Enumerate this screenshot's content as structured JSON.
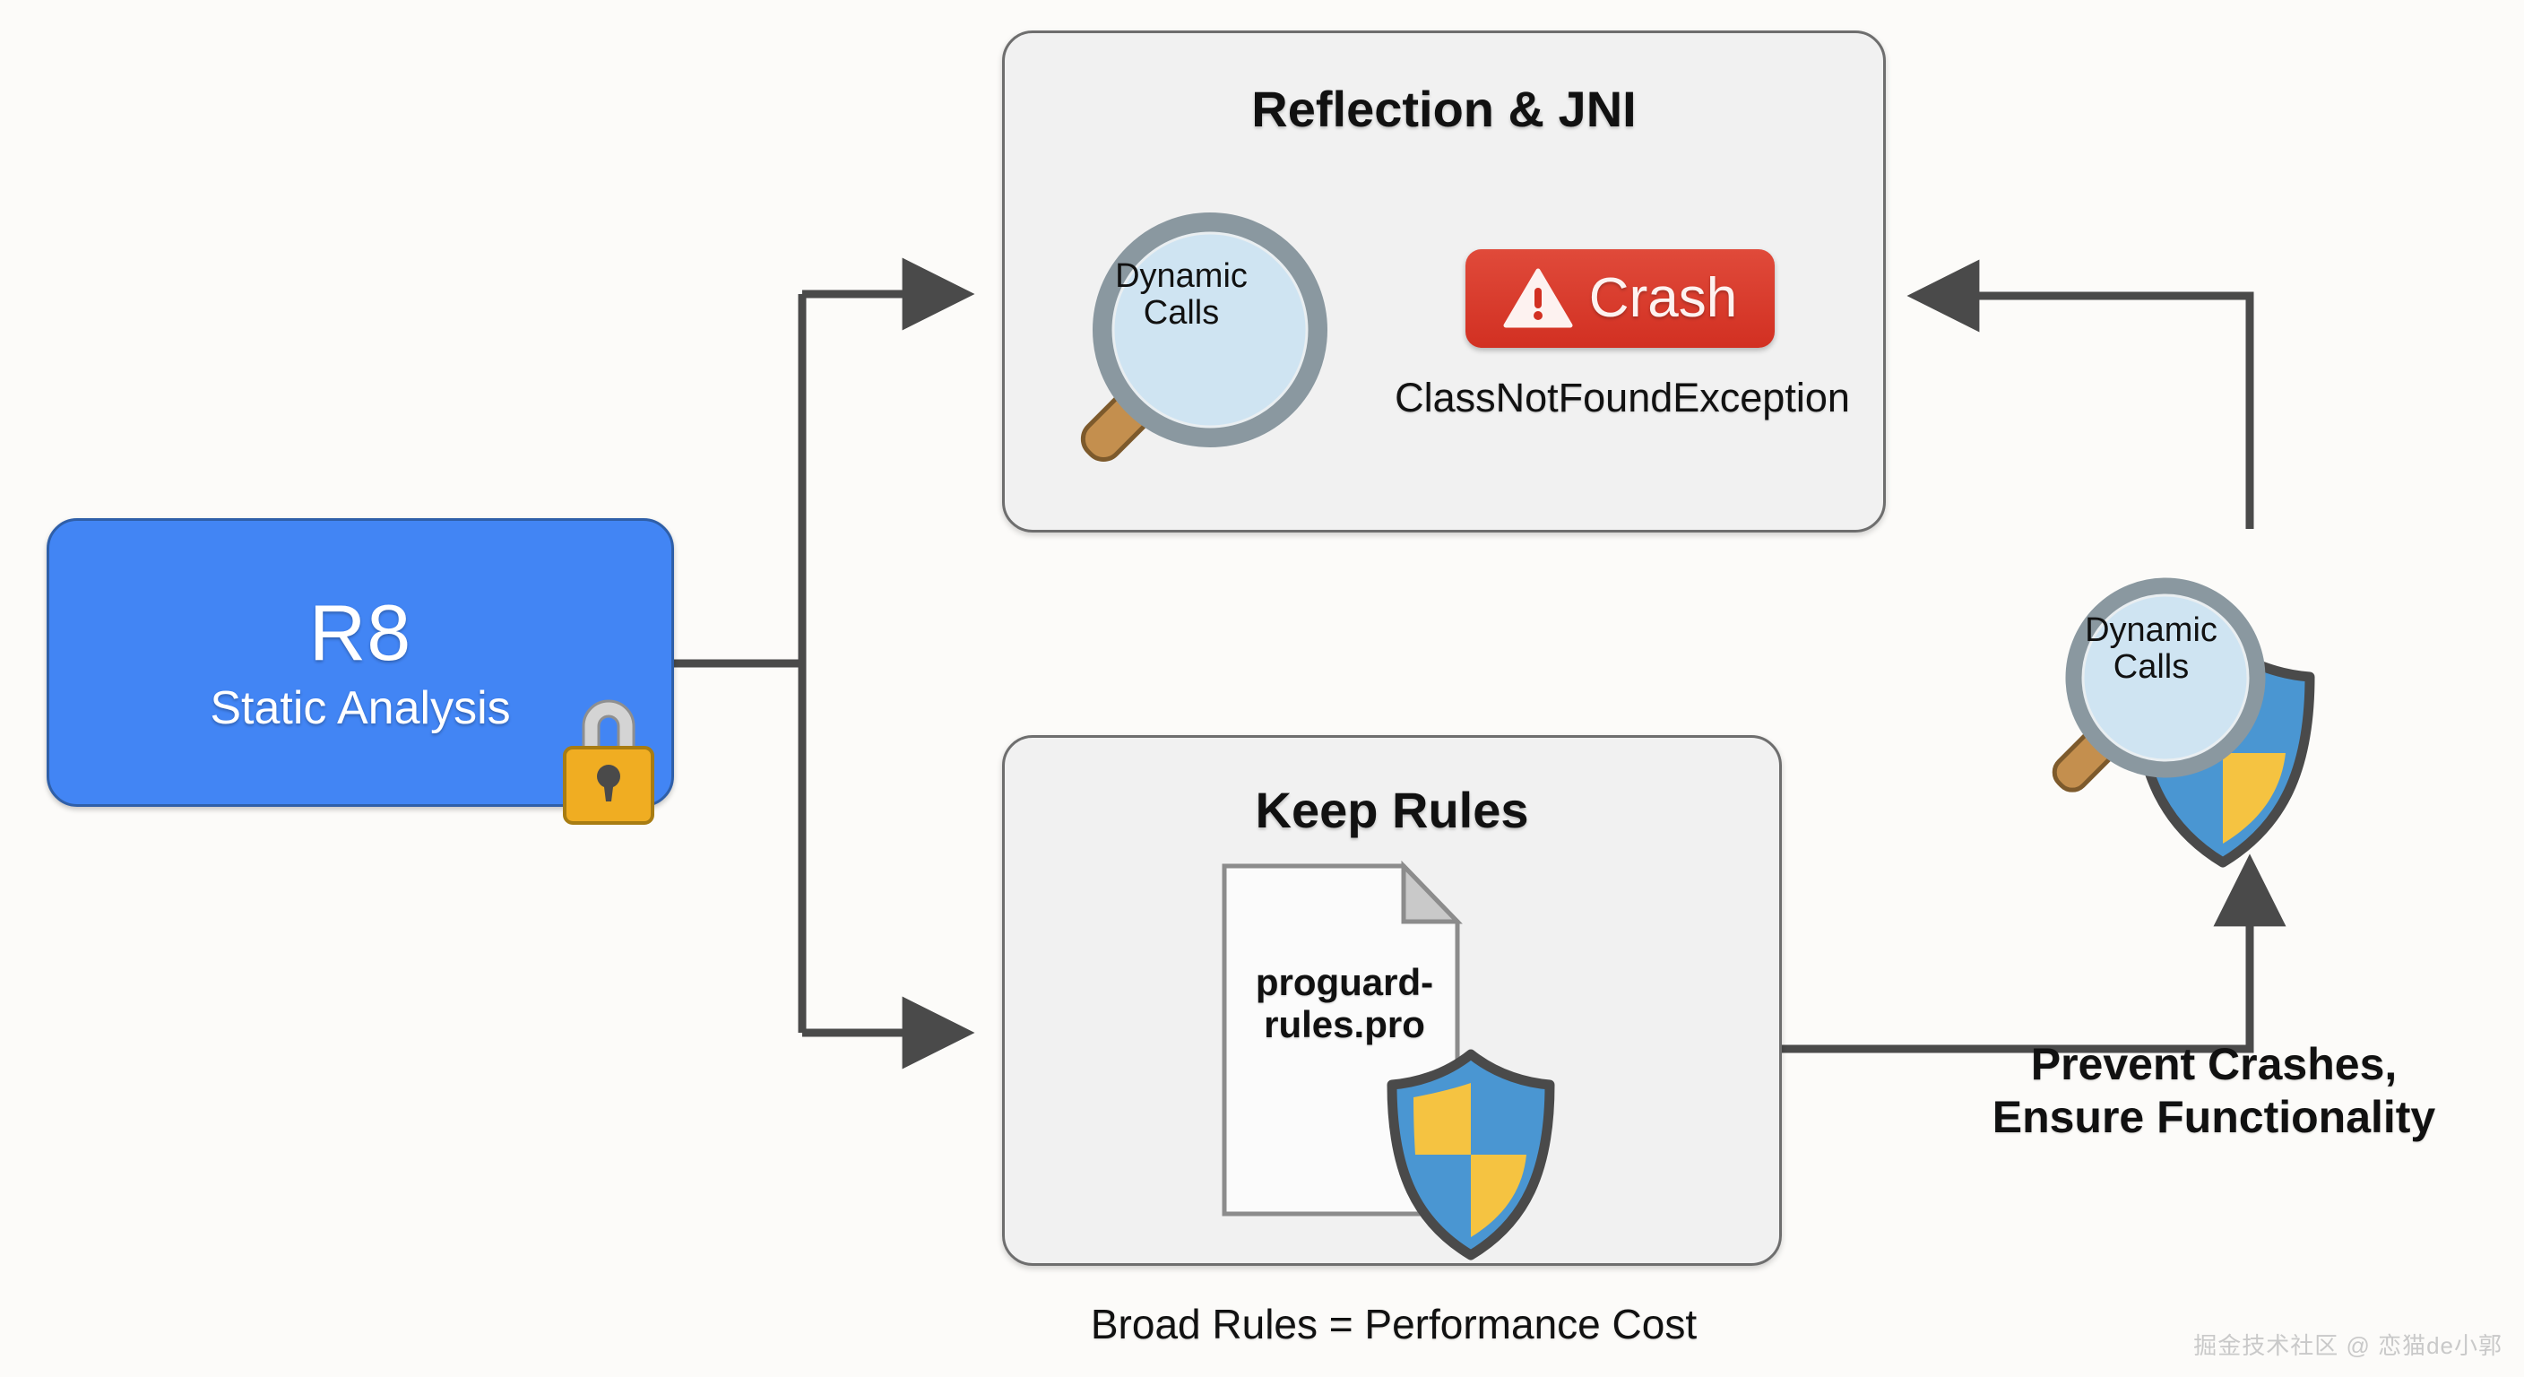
{
  "background_color": "#fcfbf9",
  "source_box": {
    "title": "R8",
    "subtitle": "Static Analysis",
    "fill_color": "#4285F4",
    "border_color": "#2f5fa8",
    "text_color": "#ffffff",
    "icon": "padlock-icon",
    "padlock_body_color": "#f0ad22",
    "padlock_shackle_color": "#cfcfcf"
  },
  "panels": [
    {
      "id": "reflection",
      "title": "Reflection & JNI",
      "fill_color": "#f1f1f1",
      "border_color": "#6e6e6e",
      "magnifier": {
        "label_line1": "Dynamic",
        "label_line2": "Calls",
        "lens_color": "#cfe4f2",
        "ring_color": "#8a98a0",
        "handle_color": "#c48f4e"
      },
      "badge": {
        "label": "Crash",
        "icon": "warning-triangle-icon",
        "fill_color": "#d93025",
        "text_color": "#fdf2f0"
      },
      "exception": "ClassNotFoundException"
    },
    {
      "id": "keep-rules",
      "title": "Keep Rules",
      "fill_color": "#f1f1f1",
      "border_color": "#6e6e6e",
      "document": {
        "icon": "document-icon",
        "filename_line1": "proguard-",
        "filename_line2": "rules.pro",
        "page_color": "#fbfbfb",
        "fold_color": "#c9c9c9"
      },
      "shield": {
        "icon": "shield-icon",
        "base_color": "#4a96d2",
        "accent_color": "#f5c341",
        "outline_color": "#4a4a4a"
      }
    }
  ],
  "right_group": {
    "magnifier": {
      "label_line1": "Dynamic",
      "label_line2": "Calls",
      "lens_color": "#cfe4f2",
      "ring_color": "#8a98a0",
      "handle_color": "#c48f4e"
    },
    "shield": {
      "icon": "shield-icon",
      "base_color": "#4a96d2",
      "accent_color": "#f5c341",
      "outline_color": "#4a4a4a"
    }
  },
  "captions": {
    "broad_rules": "Broad Rules = Performance Cost",
    "prevent_line1": "Prevent Crashes,",
    "prevent_line2": "Ensure Functionality"
  },
  "connectors": {
    "line_color": "#4a4a4a",
    "arrow_color": "#4a4a4a",
    "edges": [
      {
        "from": "r8-box",
        "to": "reflection-panel",
        "direction": "right"
      },
      {
        "from": "r8-box",
        "to": "keep-rules-panel",
        "direction": "right"
      },
      {
        "from": "keep-rules-panel",
        "to": "right-shield",
        "direction": "up"
      },
      {
        "from": "right-group",
        "to": "reflection-panel",
        "direction": "left"
      }
    ]
  },
  "watermark": "掘金技术社区 @ 恋猫de小郭"
}
